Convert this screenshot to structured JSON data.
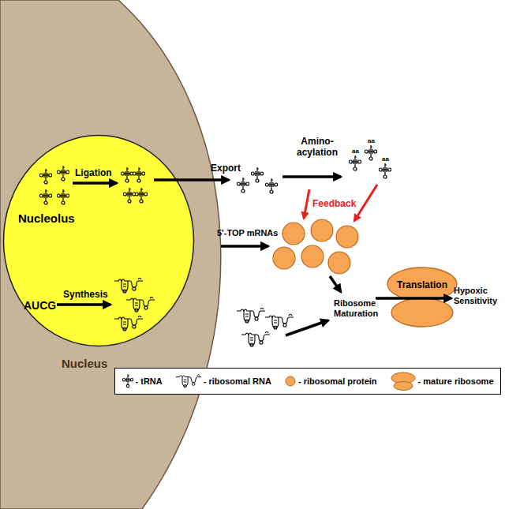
{
  "diagram": {
    "nodes": [
      {
        "text": [
          "Nucleus"
        ]
      },
      {
        "text": [
          "Nucleolus"
        ],
        "in": 0
      },
      {
        "text": [
          "Translation"
        ]
      }
    ],
    "labels": [
      "Ligation",
      "AUCG",
      "Synthesis",
      "Export",
      "Amino- acylation",
      "aa",
      "aa",
      "aa",
      "Feedback",
      "5'-TOP mRNAs",
      "Ribosome Maturation",
      "Hypoxic Sensitivity"
    ],
    "legend": [
      {
        "text": "- tRNA"
      },
      {
        "text": "- ribosomal RNA"
      },
      {
        "text": "- ribosomal protein"
      },
      {
        "text": "- mature ribosome"
      }
    ]
  }
}
